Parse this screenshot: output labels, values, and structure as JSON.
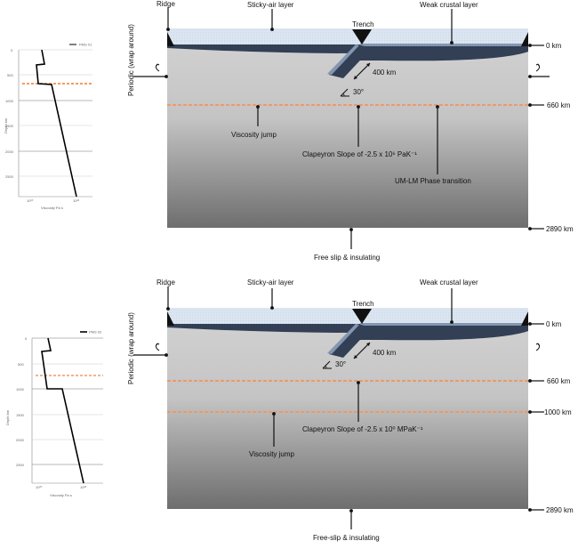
{
  "panels": [
    {
      "id": "top",
      "labels": {
        "ridge": "Ridge",
        "sticky_air": "Sticky-air layer",
        "trench": "Trench",
        "weak_crust": "Weak crustal layer",
        "slab_length": "400 km",
        "dip_angle": "30°",
        "periodic": "Periodic (wrap around)",
        "viscosity_jump": "Viscosity jump",
        "clapeyron": "Clapeyron Slope of -2.5 x 10⁶ PaK⁻¹",
        "phase_transition": "UM-LM Phase transition",
        "bottom_bc": "Free slip & insulating"
      },
      "depth_markers": [
        "0 km",
        "660 km",
        "2890 km"
      ],
      "dashed_depths_km": [
        660
      ],
      "profile": {
        "legend": "PMS 01",
        "ylabel": "Depth km",
        "xlabel": "Viscosity Pa s",
        "y_ticks": [
          "0",
          "500",
          "1000",
          "1500",
          "2000",
          "2500"
        ],
        "x_ticks": [
          "10²⁰",
          "10²³"
        ],
        "dashed_depth_km": 660
      }
    },
    {
      "id": "bottom",
      "labels": {
        "ridge": "Ridge",
        "sticky_air": "Sticky-air layer",
        "trench": "Trench",
        "weak_crust": "Weak crustal layer",
        "slab_length": "400 km",
        "dip_angle": "30°",
        "periodic": "Periodic (wrap around)",
        "viscosity_jump": "Viscosity jump",
        "clapeyron": "Clapeyron Slope of -2.5 x 10⁰ MPaK⁻¹",
        "bottom_bc": "Free-slip & insulating"
      },
      "depth_markers": [
        "0 km",
        "660 km",
        "1000 km",
        "2890 km"
      ],
      "dashed_depths_km": [
        660,
        1000
      ],
      "profile": {
        "legend": "PMS 02",
        "ylabel": "Depth km",
        "xlabel": "Viscosity Pa s",
        "y_ticks": [
          "0",
          "500",
          "1000",
          "1500",
          "2000",
          "2500"
        ],
        "x_ticks": [
          "10²⁰",
          "10²³"
        ],
        "dashed_depth_km": 660
      }
    }
  ],
  "colors": {
    "sticky_air": "#dce6f2",
    "plate": "#323f55",
    "crust": "#8496b0",
    "mantle_top": "#d0d0d0",
    "mantle_bottom": "#707070",
    "phase_line": "#ed7d31"
  }
}
